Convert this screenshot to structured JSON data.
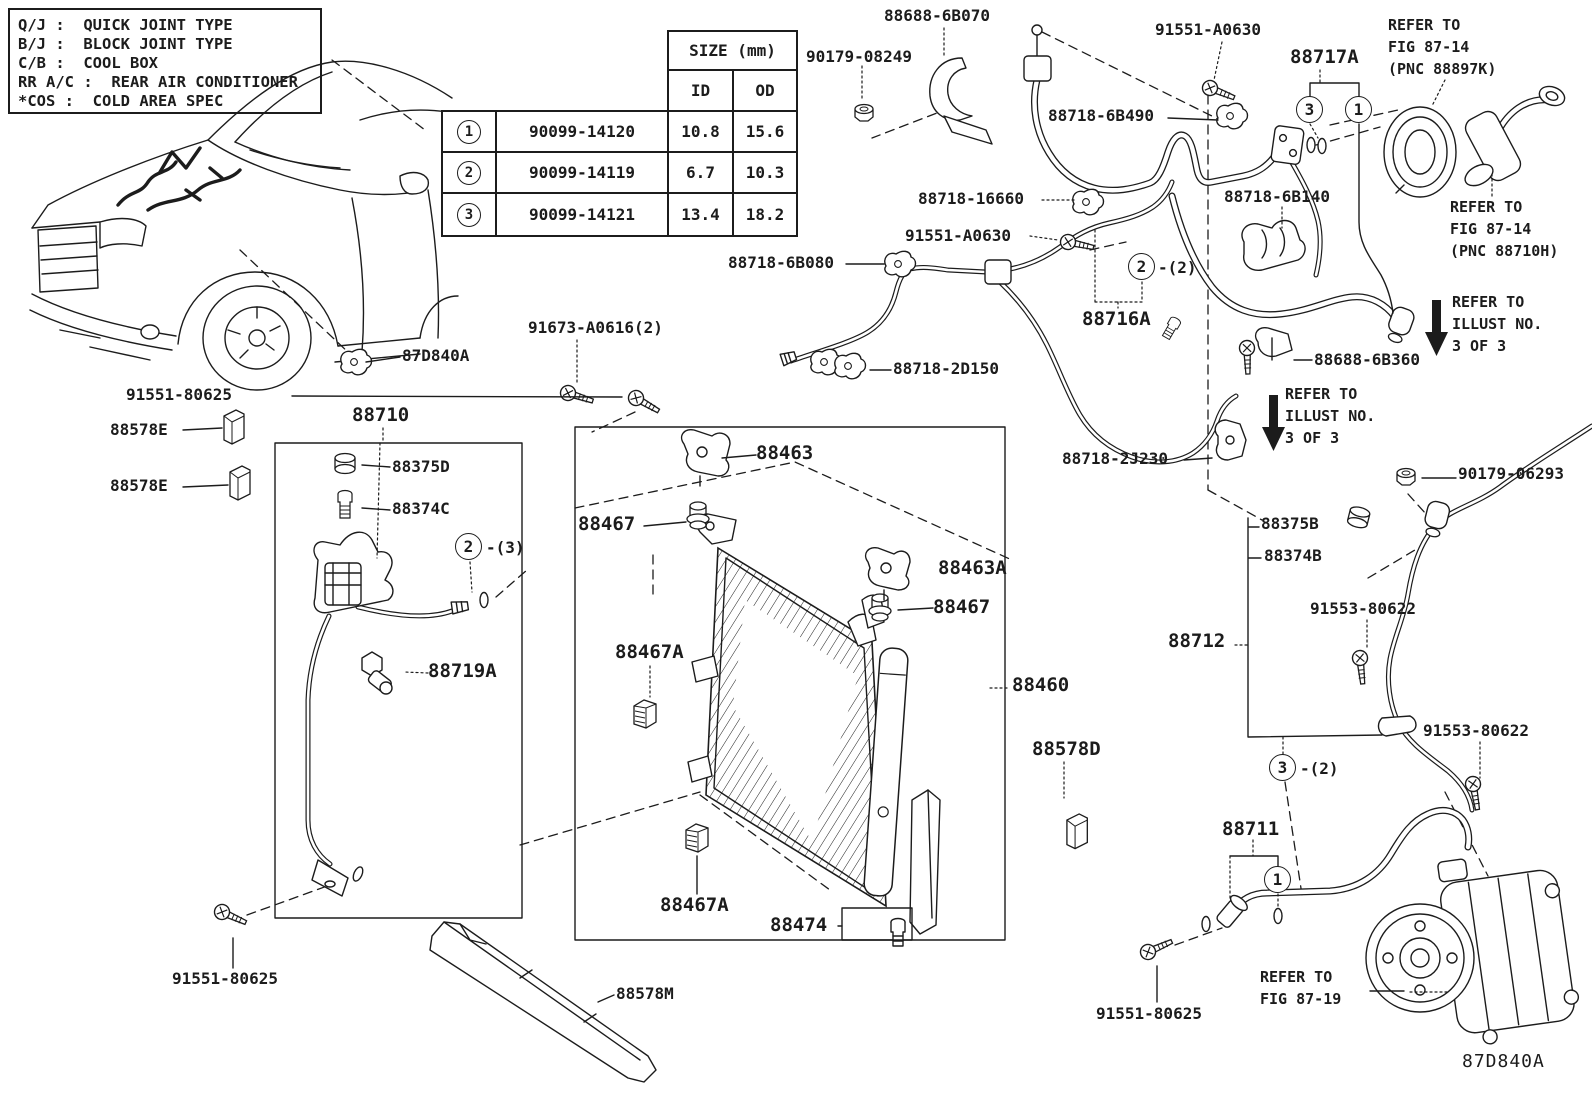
{
  "colors": {
    "diagram_line": "#1c1c1c",
    "background": "#ffffff"
  },
  "legend": {
    "lines": [
      "Q/J :  QUICK JOINT TYPE",
      "B/J :  BLOCK JOINT TYPE",
      "C/B :  COOL BOX",
      "RR A/C :  REAR AIR CONDITIONER",
      "*COS :  COLD AREA SPEC"
    ]
  },
  "size_table": {
    "title": "SIZE (mm)",
    "col_id": "ID",
    "col_od": "OD",
    "rows": [
      {
        "num": "1",
        "part": "90099-14120",
        "id": "10.8",
        "od": "15.6"
      },
      {
        "num": "2",
        "part": "90099-14119",
        "id": "6.7",
        "od": "10.3"
      },
      {
        "num": "3",
        "part": "90099-14121",
        "id": "13.4",
        "od": "18.2"
      }
    ]
  },
  "part_labels": [
    {
      "text": "88688-6B070"
    },
    {
      "text": "90179-08249"
    },
    {
      "text": "91551-A0630"
    },
    {
      "text": "88717A"
    },
    {
      "text": "88718-6B490"
    },
    {
      "text": "88718-16660"
    },
    {
      "text": "88718-6B140"
    },
    {
      "text": "91551-A0630"
    },
    {
      "text": "88718-6B080"
    },
    {
      "text": "88716A"
    },
    {
      "text": "88718-2D150"
    },
    {
      "text": "88688-6B360"
    },
    {
      "text": "88718-2J230"
    },
    {
      "text": "90179-06293"
    },
    {
      "text": "88375B"
    },
    {
      "text": "88374B"
    },
    {
      "text": "91673-A0616(2)"
    },
    {
      "text": "91551-80625"
    },
    {
      "text": "88710"
    },
    {
      "text": "88578E"
    },
    {
      "text": "88578E"
    },
    {
      "text": "88375D"
    },
    {
      "text": "88374C"
    },
    {
      "text": "88719A"
    },
    {
      "text": "88463"
    },
    {
      "text": "88467"
    },
    {
      "text": "88467"
    },
    {
      "text": "88463A"
    },
    {
      "text": "88467A"
    },
    {
      "text": "88467A"
    },
    {
      "text": "88460"
    },
    {
      "text": "88578D"
    },
    {
      "text": "88474"
    },
    {
      "text": "88578M"
    },
    {
      "text": "91551-80625"
    },
    {
      "text": "91553-80622"
    },
    {
      "text": "91553-80622"
    },
    {
      "text": "88712"
    },
    {
      "text": "88711"
    },
    {
      "text": "91551-80625"
    },
    {
      "text": "87D840A"
    },
    {
      "text": "88718-6B080"
    }
  ],
  "refer_notes": [
    {
      "lines": "REFER TO\nFIG 87-14\n(PNC 88897K)"
    },
    {
      "lines": "REFER TO\nFIG 87-14\n(PNC 88710H)"
    },
    {
      "lines": "REFER TO\nILLUST NO.\n3 OF 3"
    },
    {
      "lines": "REFER TO\nILLUST NO.\n3 OF 3"
    },
    {
      "lines": "REFER TO\nFIG 87-19"
    }
  ],
  "markers": [
    {
      "num": "3",
      "suffix": ""
    },
    {
      "num": "1",
      "suffix": ""
    },
    {
      "num": "2",
      "suffix": "-(2)"
    },
    {
      "num": "2",
      "suffix": "-(3)"
    },
    {
      "num": "3",
      "suffix": "-(2)"
    },
    {
      "num": "1",
      "suffix": ""
    }
  ],
  "figure_code": "87D840A"
}
